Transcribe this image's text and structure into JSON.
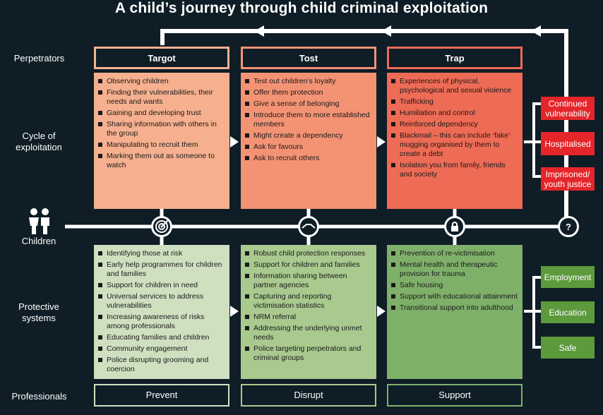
{
  "title": "A child’s journey through child criminal exploitation",
  "row_labels": {
    "perpetrators": "Perpetrators",
    "cycle": "Cycle of exploitation",
    "children": "Children",
    "protective": "Protective systems",
    "professionals": "Professionals"
  },
  "stages": [
    {
      "header": "Targot",
      "color": "#f6b08f",
      "items": [
        "Observing children",
        "Finding their vulnerabilities, their needs and wants",
        "Gaining and developing trust",
        "Sharing information with others in the group",
        "Manipulating to recruit them",
        "Marking them out as someone to watch"
      ]
    },
    {
      "header": "Tost",
      "color": "#f39374",
      "items": [
        "Test out children’s loyalty",
        "Offer them protection",
        "Give a sense of belonging",
        "Introduce them to more established members",
        "Might create a dependency",
        "Ask for favours",
        "Ask to recruit others"
      ]
    },
    {
      "header": "Trap",
      "color": "#ee6b55",
      "items": [
        "Experiences of physical, psychological and sexual violence",
        "Trafficking",
        "Humiliation and control",
        "Reinforced dependency",
        "Blackmail – this can include ‘fake’ mugging organised by them to create a debt",
        "Isolation you from family, friends and society"
      ]
    }
  ],
  "outcomes_red": [
    "Continued vulnerability",
    "Hospitalised",
    "Imprisoned/ youth justice"
  ],
  "protective": [
    {
      "footer": "Prevent",
      "color": "#cfe0c0",
      "items": [
        "Identifying those at risk",
        "Early help programmes for children and families",
        "Support for children in need",
        "Universal services to address vulnerabilities",
        "Increasing awareness of risks among professionals",
        "Educating families and children",
        "Community engagement",
        "Police disrupting grooming and coercion"
      ]
    },
    {
      "footer": "Disrupt",
      "color": "#a9c98f",
      "items": [
        "Robust child protection responses",
        "Support for children and families",
        "Information sharing between partner agencies",
        "Capturing and reporting victimisation statistics",
        "NRM referral",
        "Addressing the underlying unmet needs",
        "Police targeting perpetrators and criminal groups"
      ]
    },
    {
      "footer": "Support",
      "color": "#7fb06a",
      "items": [
        "Prevention of re-victimisation",
        "Mental health and therapeutic provision for trauma",
        "Safe housing",
        "Support with educational attainment",
        "Transitional support into adulthood"
      ]
    }
  ],
  "outcomes_green": [
    "Employment",
    "Education",
    "Safe"
  ],
  "question_mark": "?",
  "colors": {
    "red": "#e4262a",
    "green": "#5c9a3c",
    "background": "#0f1d26"
  }
}
